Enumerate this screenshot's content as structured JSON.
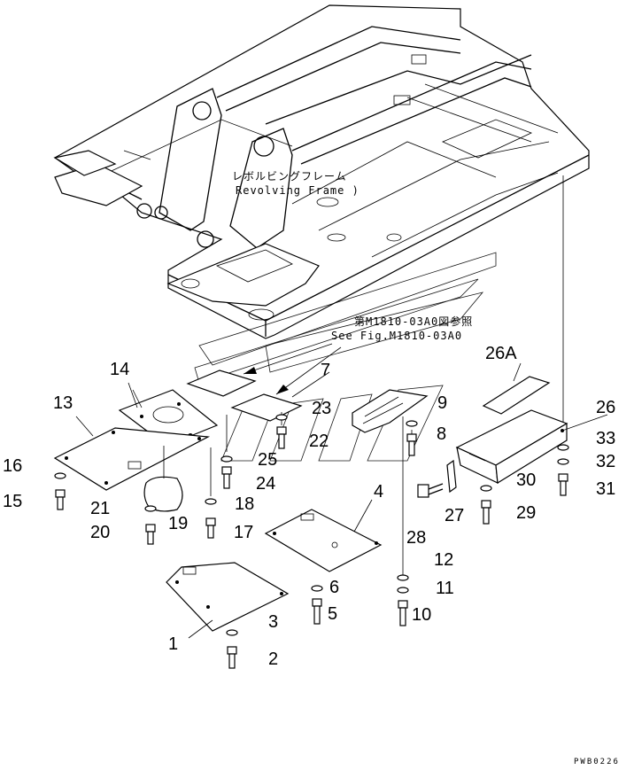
{
  "notes": {
    "frame_jp": "レボルビングフレーム",
    "frame_en": "Revolving Frame )",
    "ref_jp": "第M1810-03A0図参照",
    "ref_en": "See Fig.M1810-03A0"
  },
  "drawing_code": "PWB0226",
  "part_labels": [
    "1",
    "2",
    "3",
    "4",
    "5",
    "6",
    "7",
    "8",
    "9",
    "10",
    "11",
    "12",
    "13",
    "14",
    "15",
    "16",
    "17",
    "18",
    "19",
    "20",
    "21",
    "22",
    "23",
    "24",
    "25",
    "26",
    "26A",
    "27",
    "28",
    "29",
    "30",
    "31",
    "32",
    "33"
  ]
}
